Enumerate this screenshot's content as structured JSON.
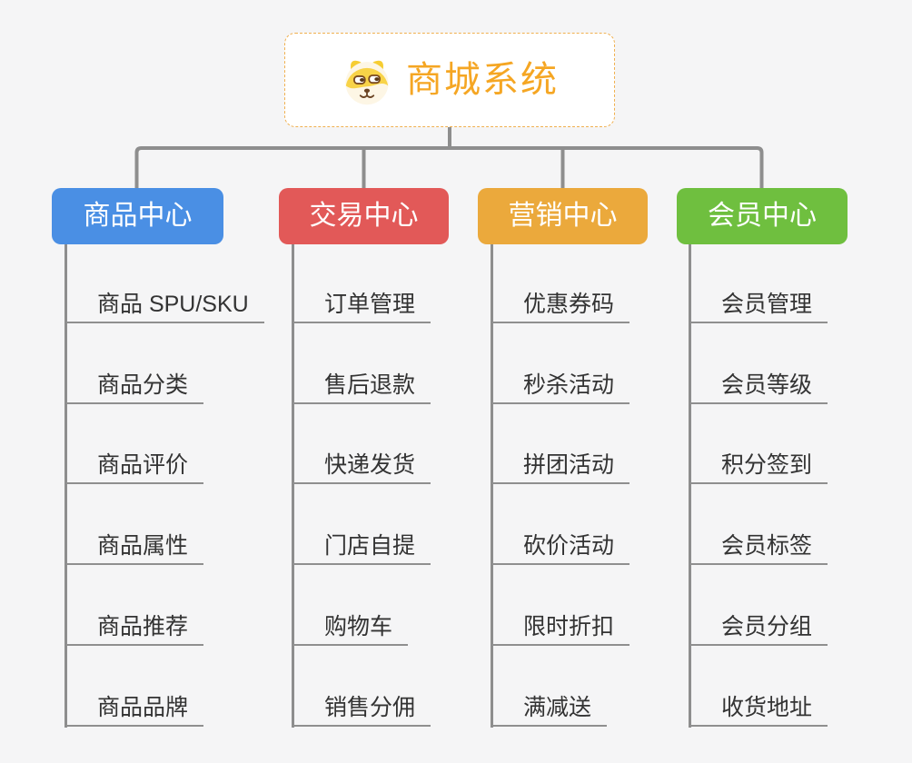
{
  "canvas": {
    "background": "#f5f5f6"
  },
  "root": {
    "title": "商城系统",
    "title_color": "#f5a623",
    "border_color": "#f0b050",
    "icon": "shiba-dog-icon"
  },
  "connectors": {
    "color": "#8e8e8e"
  },
  "items_text_color": "#333333",
  "branches": [
    {
      "label": "商品中心",
      "color": "#4a8fe4",
      "items": [
        "商品 SPU/SKU",
        "商品分类",
        "商品评价",
        "商品属性",
        "商品推荐",
        "商品品牌"
      ]
    },
    {
      "label": "交易中心",
      "color": "#e25958",
      "items": [
        "订单管理",
        "售后退款",
        "快递发货",
        "门店自提",
        "购物车",
        "销售分佣"
      ]
    },
    {
      "label": "营销中心",
      "color": "#eba93c",
      "items": [
        "优惠券码",
        "秒杀活动",
        "拼团活动",
        "砍价活动",
        "限时折扣",
        "满减送"
      ]
    },
    {
      "label": "会员中心",
      "color": "#6fbf3f",
      "items": [
        "会员管理",
        "会员等级",
        "积分签到",
        "会员标签",
        "会员分组",
        "收货地址"
      ]
    }
  ]
}
